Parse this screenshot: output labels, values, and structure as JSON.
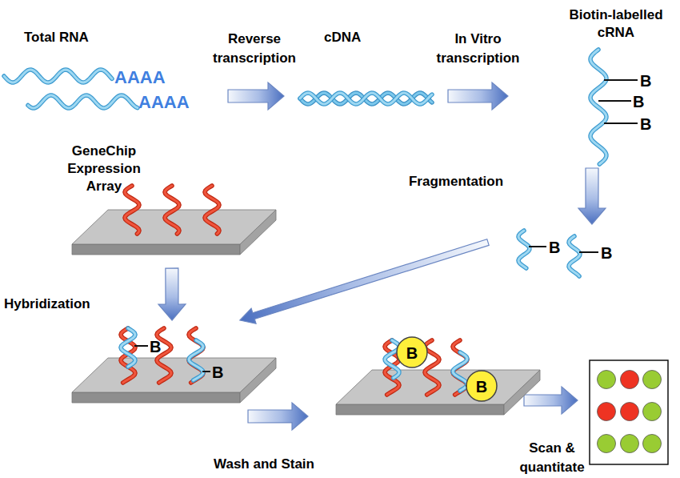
{
  "diagram": {
    "nodes": [
      {
        "text": [
          "Total RNA",
          "AAAA",
          "AAAA"
        ]
      },
      {
        "text": [
          "cDNA"
        ]
      },
      {
        "text": [
          "Biotin-labelled cRNA",
          "B",
          "B",
          "B"
        ]
      },
      {
        "text": [
          "GeneChip Expression Array"
        ]
      },
      {
        "text": [
          "B",
          "B"
        ]
      },
      {
        "text": [
          "B",
          "B"
        ]
      },
      {
        "text": [
          "B",
          "B"
        ]
      }
    ],
    "edges": [
      {
        "from": 0,
        "to": 1,
        "arrow": "to",
        "label": "Reverse transcription"
      },
      {
        "from": 1,
        "to": 2,
        "arrow": "to",
        "label": "In Vitro transcription"
      },
      {
        "from": 2,
        "to": 4,
        "arrow": "to",
        "label": "Fragmentation"
      },
      {
        "from": 4,
        "to": 5,
        "arrow": "to"
      },
      {
        "from": 3,
        "to": 5,
        "arrow": "to",
        "label": "Hybridization"
      },
      {
        "from": 5,
        "to": 6,
        "arrow": "to",
        "label": "Wash and Stain"
      }
    ],
    "labels": [
      "Scan & quantitate"
    ]
  }
}
